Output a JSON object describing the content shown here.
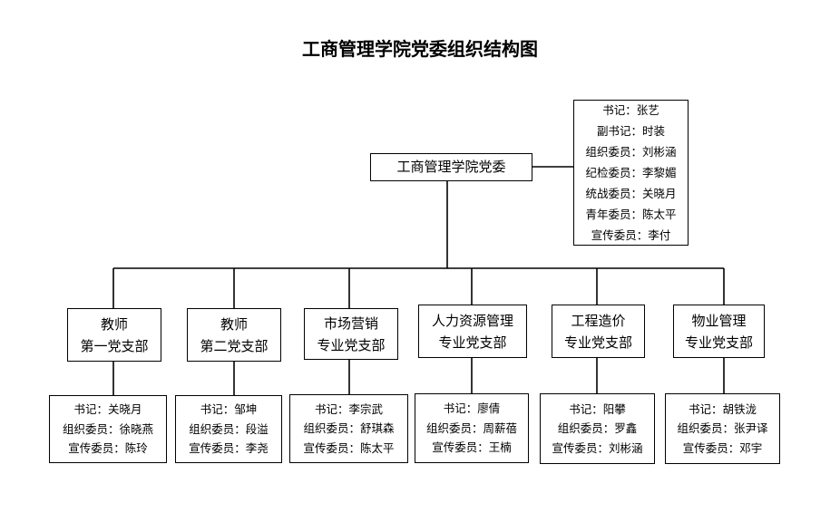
{
  "title": "工商管理学院党委组织结构图",
  "committee": {
    "name": "工商管理学院党委",
    "members": [
      "书记：张艺",
      "副书记：时装",
      "组织委员：刘彬涵",
      "纪检委员：李黎媚",
      "统战委员：关晓月",
      "青年委员：陈太平",
      "宣传委员：李付"
    ]
  },
  "branches": [
    {
      "name": [
        "教师",
        "第一党支部"
      ],
      "leaders": [
        "书记：关晓月",
        "组织委员：徐晓燕",
        "宣传委员：陈玲"
      ]
    },
    {
      "name": [
        "教师",
        "第二党支部"
      ],
      "leaders": [
        "书记：邹坤",
        "组织委员：段溢",
        "宣传委员：李尧"
      ]
    },
    {
      "name": [
        "市场营销",
        "专业党支部"
      ],
      "leaders": [
        "书记：李宗武",
        "组织委员：舒琪森",
        "宣传委员：陈太平"
      ]
    },
    {
      "name": [
        "人力资源管理",
        "专业党支部"
      ],
      "leaders": [
        "书记：廖倩",
        "组织委员：周薪蓓",
        "宣传委员：王楠"
      ]
    },
    {
      "name": [
        "工程造价",
        "专业党支部"
      ],
      "leaders": [
        "书记：阳攀",
        "组织委员：罗鑫",
        "宣传委员：刘彬涵"
      ]
    },
    {
      "name": [
        "物业管理",
        "专业党支部"
      ],
      "leaders": [
        "书记：胡铁泷",
        "组织委员：张尹译",
        "宣传委员：邓宇"
      ]
    }
  ]
}
